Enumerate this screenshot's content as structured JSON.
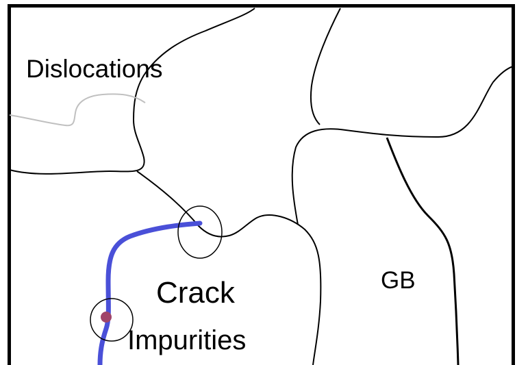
{
  "labels": {
    "dislocations": "Dislocations",
    "gb": "GB",
    "crack": "Crack",
    "impurities": "Impurities"
  },
  "colors": {
    "frame": "#000000",
    "boundary": "#000000",
    "dislocation_line": "#c0c0c0",
    "crack": "#4a50d8",
    "impurity": "#a0446a"
  }
}
